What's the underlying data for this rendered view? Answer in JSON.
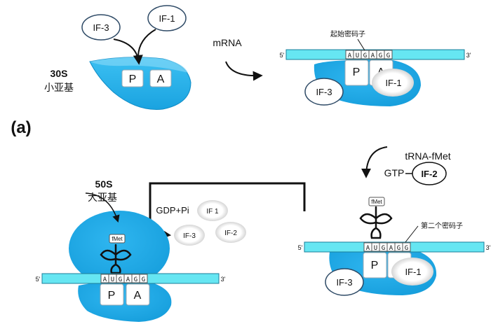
{
  "diagram": {
    "panel_label": "(a)",
    "stage1": {
      "subunit_size": "30S",
      "subunit_name": "小亚基",
      "factor_a": "IF-3",
      "factor_b": "IF-1",
      "site_p": "P",
      "site_a": "A"
    },
    "stage2": {
      "arrow_label": "mRNA",
      "mrna_5": "5'",
      "mrna_3": "3'",
      "codon_label": "起始密码子",
      "codons": [
        "A",
        "U",
        "G",
        "A",
        "G",
        "G"
      ],
      "site_p": "P",
      "site_a": "A",
      "factor_a": "IF-3",
      "factor_b": "IF-1"
    },
    "stage3": {
      "arrow_label": "tRNA-fMet",
      "gtp_label": "GTP",
      "factor_c": "IF-2",
      "trna_label": "fMet",
      "codon_label": "第二个密码子",
      "mrna_5": "5'",
      "mrna_3": "3'",
      "codons": [
        "A",
        "U",
        "G",
        "A",
        "G",
        "G"
      ],
      "site_p": "P",
      "site_a": "A",
      "factor_a": "IF-3",
      "factor_b": "IF-1"
    },
    "stage4": {
      "subunit_size": "50S",
      "subunit_name": "大亚基",
      "release_label": "GDP+Pi",
      "released": [
        "IF 1",
        "IF-3",
        "IF-2"
      ],
      "trna_label": "fMet",
      "mrna_5": "5'",
      "mrna_3": "3'",
      "codons": [
        "A",
        "U",
        "G",
        "A",
        "G",
        "G"
      ],
      "site_p": "P",
      "site_a": "A"
    }
  }
}
